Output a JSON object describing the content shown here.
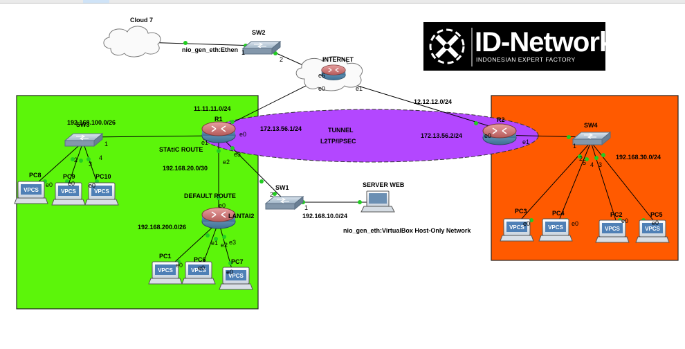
{
  "logo": {
    "title": "ID-Networkers",
    "subtitle": "INDONESIAN EXPERT FACTORY"
  },
  "cloud": {
    "label": "Cloud 7",
    "link_label": "nio_gen_eth:Ethen"
  },
  "internet": {
    "label": "INTERNET",
    "ports": {
      "e6": "e6",
      "e0": "e0",
      "e1": "e1"
    }
  },
  "sw2": {
    "label": "SW2",
    "ports": {
      "p1": "1",
      "p2": "2"
    }
  },
  "r1": {
    "label": "R1",
    "wan_ip": "11.11.11.0/24",
    "tunnel_ip": "172.13.56.1/24",
    "note": "STAtiC ROUTE",
    "ports": {
      "e0": "e0",
      "e1": "e1",
      "e2": "e2",
      "e3": "e3"
    }
  },
  "r2": {
    "label": "R2",
    "wan_ip": "12.12.12.0/24",
    "tunnel_ip": "172.13.56.2/24",
    "ports": {
      "e0": "e0",
      "e1": "e1"
    }
  },
  "tunnel": {
    "title": "TUNNEL",
    "protocol": "L2TP/IPSEC"
  },
  "sw3": {
    "label": "SW3",
    "subnet": "192.168.100.0/26",
    "ports": {
      "p1": "1",
      "p2": "2",
      "p3": "3",
      "p4": "4"
    }
  },
  "link_r1_lantai2": {
    "subnet": "192.168.20.0/30",
    "note": "DEFAULT ROUTE"
  },
  "lantai2": {
    "label": "LANTAI2",
    "subnet": "192.168.200.0/26",
    "ports": {
      "e0": "e0",
      "e1": "e1",
      "e2": "e2",
      "e3": "e3"
    }
  },
  "sw1": {
    "label": "SW1",
    "ports": {
      "p1": "1",
      "p2": "2"
    }
  },
  "server": {
    "label": "SERVER WEB",
    "subnet": "192.168.10.0/24",
    "nio": "nio_gen_eth:VirtualBox Host-Only Network"
  },
  "sw4": {
    "label": "SW4",
    "subnet": "192.168.30.0/24",
    "ports": {
      "p1": "1",
      "p2": "2",
      "p3": "3",
      "p4": "4",
      "p5": "5"
    }
  },
  "pcs": {
    "pc8": {
      "label": "PC8",
      "port": "e0"
    },
    "pc9": {
      "label": "PC9",
      "port": "e0"
    },
    "pc10": {
      "label": "PC10",
      "port": "e0"
    },
    "pc1": {
      "label": "PC1",
      "port": "e0"
    },
    "pc6": {
      "label": "PC6",
      "port": "e0"
    },
    "pc7": {
      "label": "PC7",
      "port": "e0"
    },
    "pc3": {
      "label": "PC3",
      "port": "e0"
    },
    "pc4": {
      "label": "PC4",
      "port": "e0"
    },
    "pc2": {
      "label": "PC2",
      "port": "e0"
    },
    "pc5": {
      "label": "PC5",
      "port": "e0"
    }
  },
  "vpcs_badge": "VPCS",
  "colors": {
    "green_zone": "#5cf50a",
    "orange_zone": "#ff5a00",
    "tunnel": "#b347ff",
    "link_dot": "#22cc22"
  }
}
